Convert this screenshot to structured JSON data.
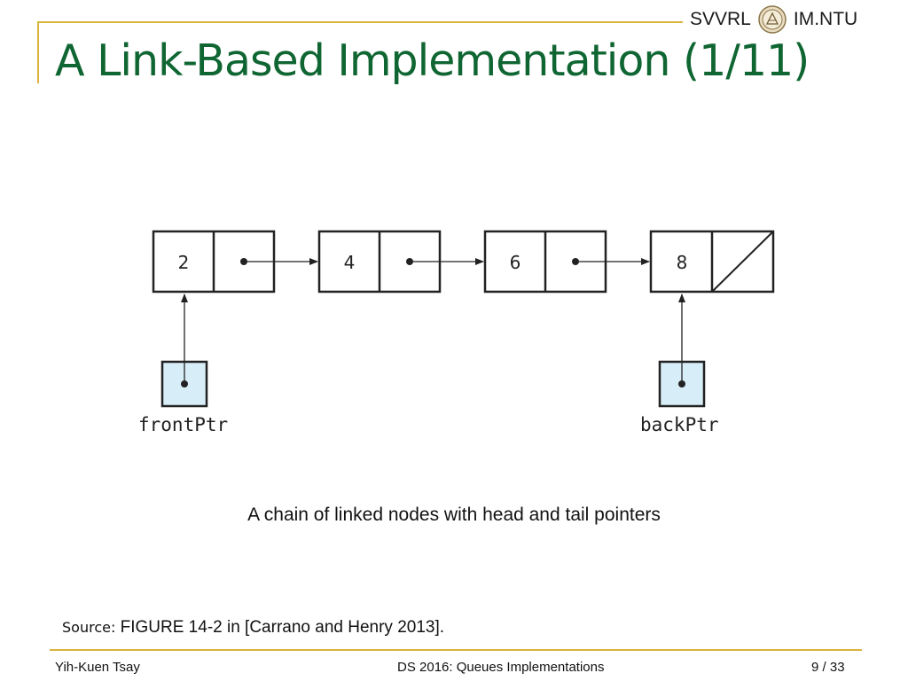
{
  "header": {
    "left_text": "SVVRL",
    "right_text": "IM.NTU",
    "seal_icon": "university-seal-icon"
  },
  "slide": {
    "title": "A Link-Based Implementation (1/11)",
    "caption": "A chain of linked nodes with head and tail pointers",
    "source_label": "Source:",
    "source_text": "FIGURE 14-2 in [Carrano and Henry 2013]."
  },
  "diagram": {
    "nodes": [
      "2",
      "4",
      "6",
      "8"
    ],
    "front_pointer_label": "frontPtr",
    "back_pointer_label": "backPtr"
  },
  "footer": {
    "author": "Yih-Kuen Tsay",
    "course": "DS 2016: Queues Implementations",
    "page": "9",
    "page_sep": "/",
    "total": "33"
  },
  "colors": {
    "title": "#0f6632",
    "rule": "#d9b33c",
    "pointer_box_fill": "#d7eef8"
  }
}
